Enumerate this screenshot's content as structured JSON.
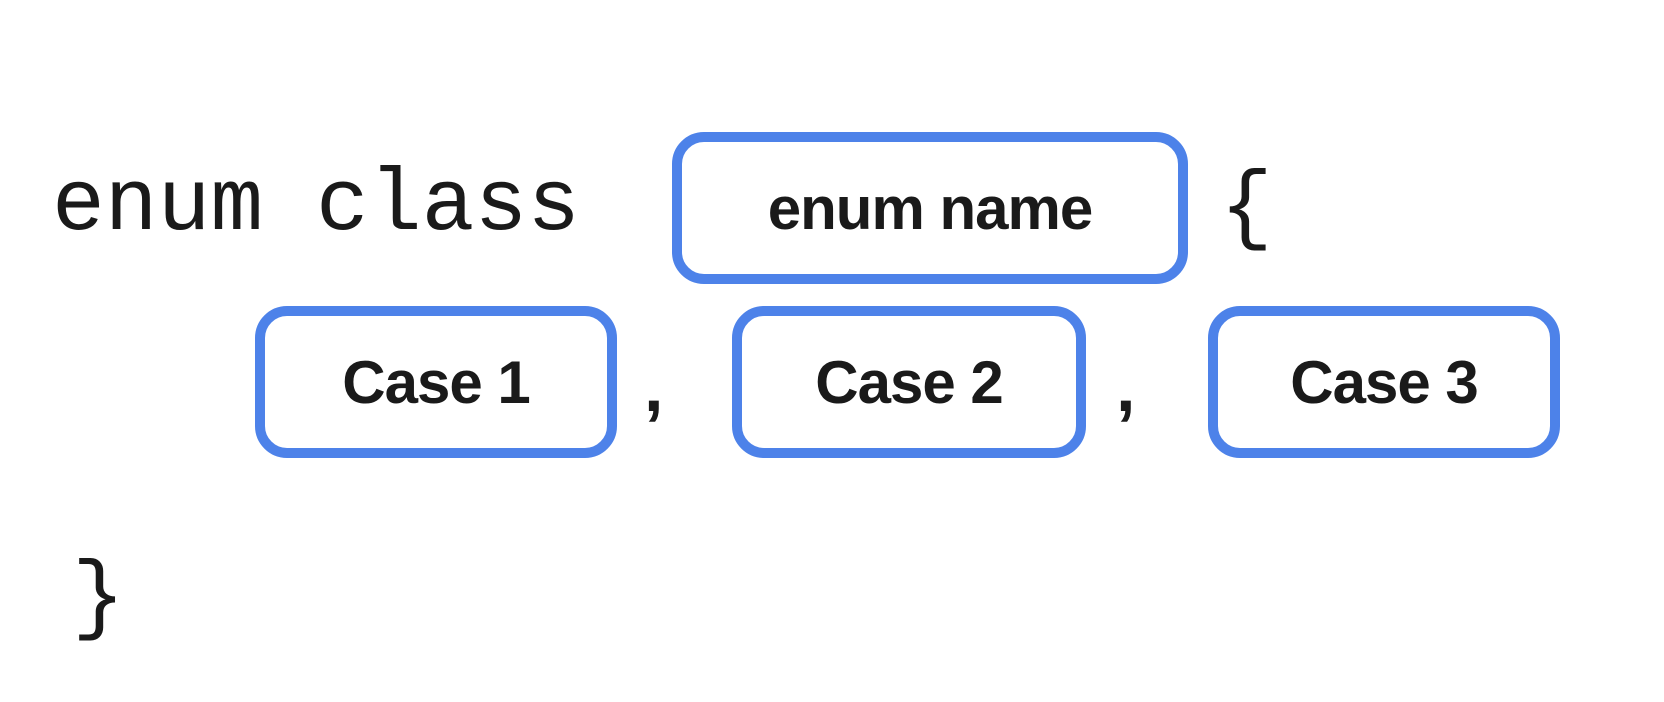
{
  "diagram": {
    "keyword": "enum class",
    "open_brace": "{",
    "close_brace": "}",
    "comma": ",",
    "enum_name_label": "enum name",
    "cases": [
      "Case 1",
      "Case 2",
      "Case 3"
    ],
    "colors": {
      "box_border": "#4d82e9",
      "text": "#1a1a1a",
      "background": "#ffffff"
    }
  }
}
